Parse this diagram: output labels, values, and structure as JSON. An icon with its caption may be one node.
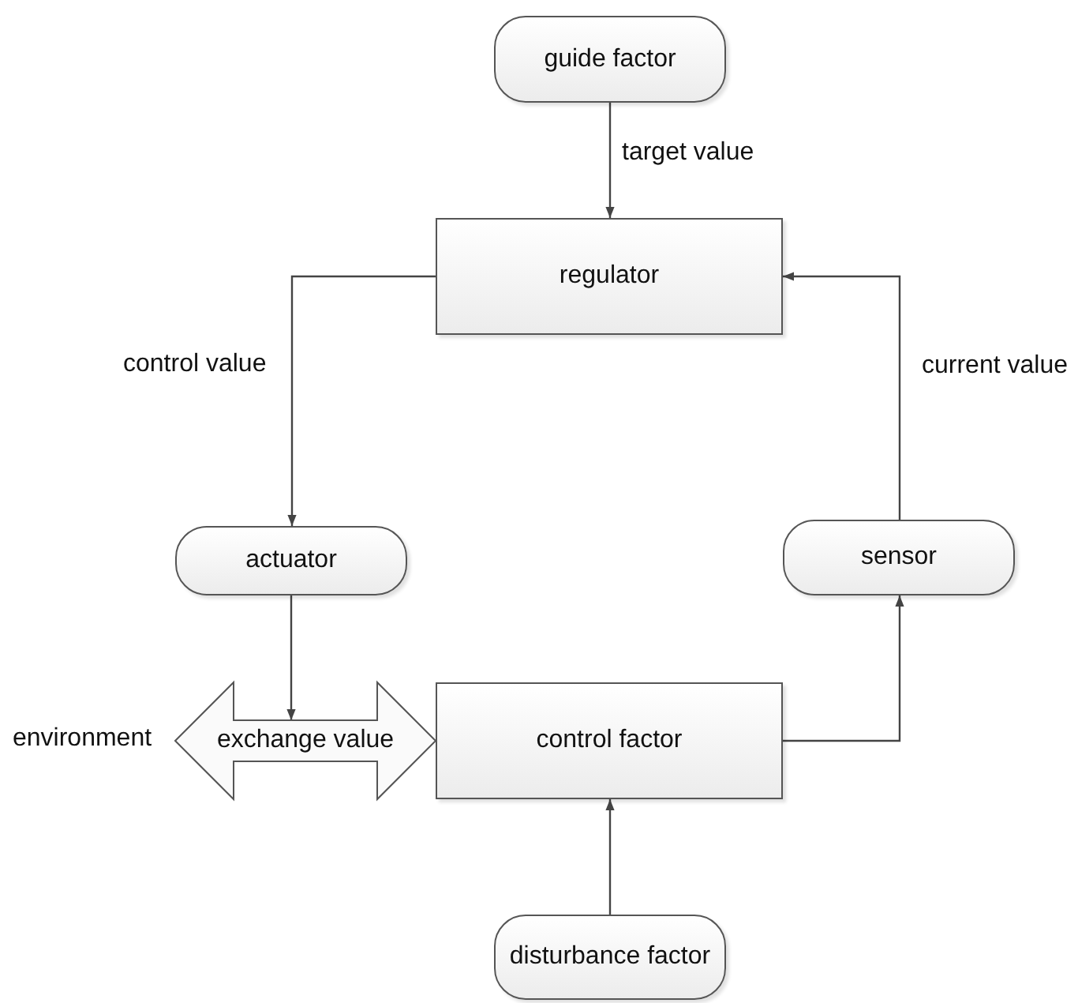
{
  "diagram": {
    "nodes": [
      {
        "text": [
          "guide factor"
        ]
      },
      {
        "text": [
          "regulator"
        ]
      },
      {
        "text": [
          "actuator"
        ]
      },
      {
        "text": [
          "sensor"
        ]
      },
      {
        "text": [
          "exchange value"
        ]
      },
      {
        "text": [
          "control factor"
        ]
      },
      {
        "text": [
          "disturbance factor"
        ]
      }
    ],
    "edges": [
      {
        "from": 0,
        "to": 1,
        "arrow": "to",
        "label": "target value"
      },
      {
        "from": 1,
        "to": 2,
        "arrow": "to",
        "label": "control value"
      },
      {
        "from": 2,
        "to": 4,
        "arrow": "to"
      },
      {
        "from": 5,
        "to": 3,
        "arrow": "to"
      },
      {
        "from": 3,
        "to": 1,
        "arrow": "to",
        "label": "current value"
      },
      {
        "from": 6,
        "to": 5,
        "arrow": "to"
      }
    ],
    "labels": [
      "environment"
    ]
  }
}
